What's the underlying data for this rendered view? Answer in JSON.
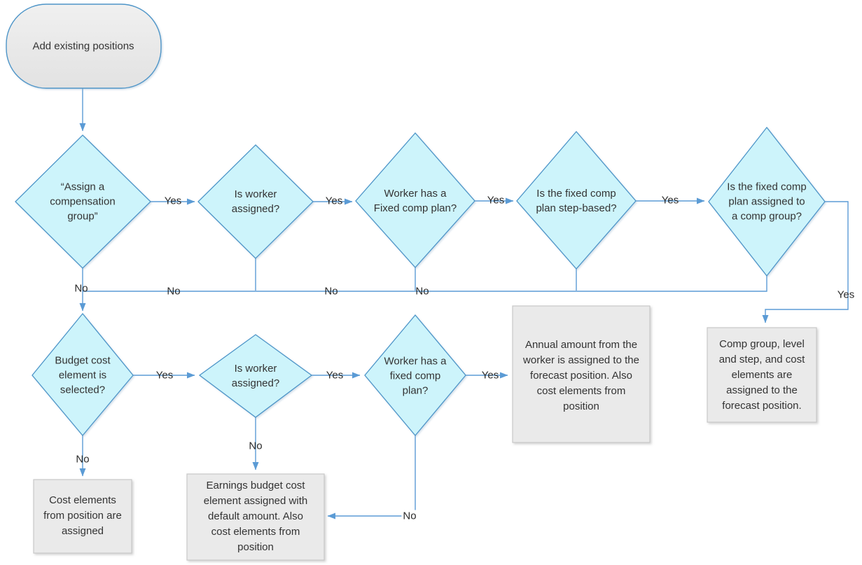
{
  "colors": {
    "decision_fill": "#cdf4fb",
    "shape_border": "#4e95c8",
    "connector": "#5b9bd5",
    "box_fill": "#eaeaea",
    "box_border": "#c8c8c8",
    "terminator_fill_top": "#f0f0f0",
    "terminator_fill_bottom": "#e2e2e2",
    "text": "#333333"
  },
  "edges": {
    "yes": "Yes",
    "no": "No"
  },
  "nodes": {
    "start": "Add existing positions",
    "assign_comp_group": "“Assign a\ncompensation\ngroup”",
    "worker_assigned_1": "Is worker\nassigned?",
    "has_fixed_comp_plan_1": "Worker has a\nFixed comp plan?",
    "plan_step_based": "Is the fixed comp\nplan step-based?",
    "plan_assigned_comp_group": "Is the fixed comp\nplan assigned to\na comp group?",
    "budget_cost_element": "Budget cost\nelement is\nselected?",
    "worker_assigned_2": "Is worker\nassigned?",
    "has_fixed_comp_plan_2": "Worker has a\nfixed comp\nplan?",
    "annual_amount": "Annual amount from the\nworker is assigned to the\nforecast position. Also\ncost elements from\nposition",
    "comp_group_assigned": "Comp group, level\nand step, and cost\nelements are\nassigned to the\nforecast position.",
    "cost_elements_assigned": "Cost elements\nfrom position are\nassigned",
    "earnings_budget": "Earnings budget cost\nelement assigned with\ndefault amount. Also\ncost elements from\nposition"
  }
}
